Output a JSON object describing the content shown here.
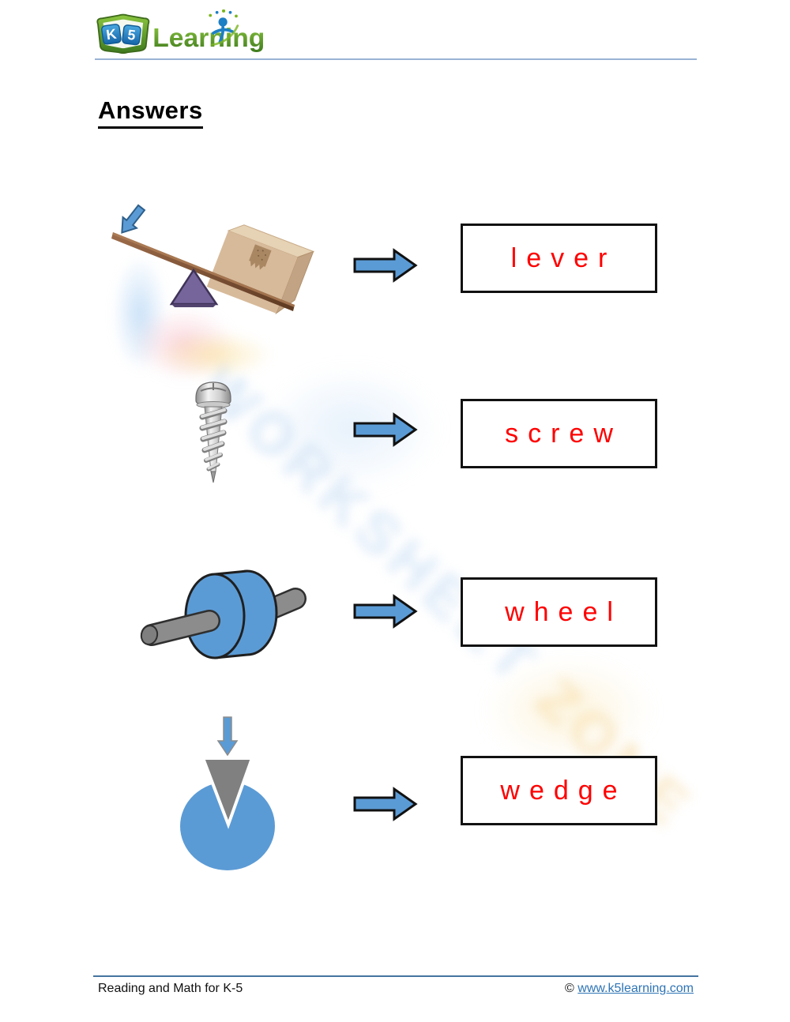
{
  "header": {
    "logo": {
      "k": "K",
      "five": "5",
      "learning": "Learning"
    }
  },
  "title": "Answers",
  "rows": [
    {
      "machine": "lever",
      "label": "lever"
    },
    {
      "machine": "screw",
      "label": "screw"
    },
    {
      "machine": "wheel",
      "label": "wheel"
    },
    {
      "machine": "wedge",
      "label": "wedge"
    }
  ],
  "watermark": {
    "text_primary": "WORKSHEET",
    "text_secondary": "ZONE"
  },
  "footer": {
    "left": "Reading and Math for K-5",
    "copyright": "© ",
    "link": "www.k5learning.com"
  },
  "icons": {
    "arrow_right": "block-arrow-right",
    "arrow_down": "block-arrow-down",
    "arrow_down_left": "block-arrow-down-left"
  },
  "colors": {
    "accent_blue": "#5b9bd5",
    "answer_red": "#ff0000",
    "box_border": "#111111",
    "header_rule": "#9ab3d5",
    "footer_rule": "#45749f",
    "link_blue": "#2e74b5",
    "logo_green": "#5a9e2f",
    "logo_blue": "#1d7fc4",
    "fulcrum_purple": "#75659b",
    "plank_brown": "#7a4a2b",
    "carton_tan": "#d7ba9a",
    "wedge_gray": "#808080",
    "axle_gray": "#8c8c8c"
  }
}
